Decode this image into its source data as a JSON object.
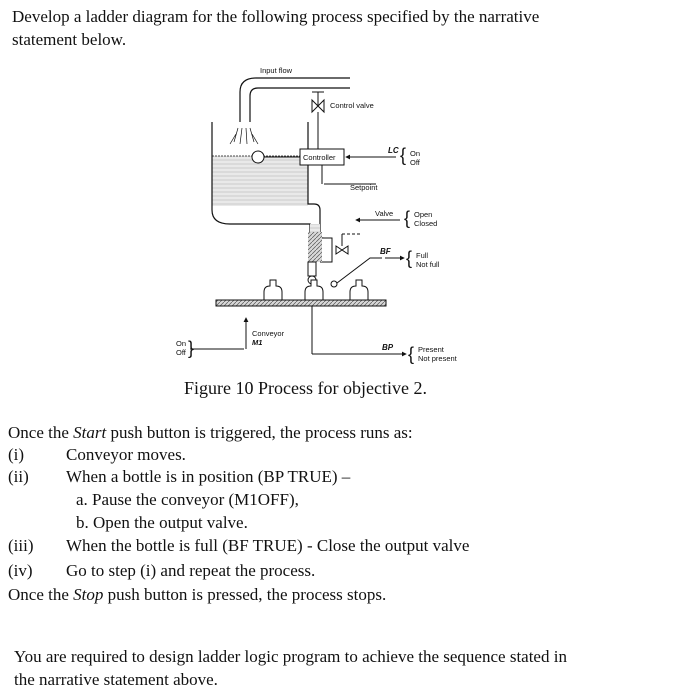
{
  "header": {
    "line1": "Develop a ladder diagram for the following process specified by the narrative",
    "line2": "statement below."
  },
  "figure": {
    "input_flow": "Input flow",
    "control_valve": "Control valve",
    "controller": "Controller",
    "lc": "LC",
    "lc_on": "On",
    "lc_off": "Off",
    "setpoint": "Setpoint",
    "valve": "Valve",
    "valve_open": "Open",
    "valve_closed": "Closed",
    "bf": "BF",
    "bf_full": "Full",
    "bf_not_full": "Not full",
    "conveyor": "Conveyor",
    "m1": "M1",
    "motor_on": "On",
    "motor_off": "Off",
    "bp": "BP",
    "bp_present": "Present",
    "bp_not_present": "Not present",
    "caption": "Figure 10 Process for objective 2."
  },
  "narrative": {
    "intro_pre": "Once the ",
    "intro_start": "Start",
    "intro_post": " push button is triggered, the process runs as:",
    "step1_num": "(i)",
    "step1_text": "Conveyor moves.",
    "step2_num": "(ii)",
    "step2_text": "When a bottle is in position (BP TRUE) –",
    "step2a": "a.  Pause the conveyor (M1OFF),",
    "step2b": "b.  Open the output valve.",
    "step3_num": "(iii)",
    "step3_text": "When the bottle is full (BF TRUE) - Close the output valve",
    "step4_num": "(iv)",
    "step4_text": "Go to step (i) and repeat the process.",
    "stop_pre": "Once the ",
    "stop_word": "Stop",
    "stop_post": " push button is pressed, the process stops."
  },
  "footer": {
    "line1": "You are required to design ladder logic program to achieve the sequence stated in",
    "line2": "the narrative statement above."
  }
}
